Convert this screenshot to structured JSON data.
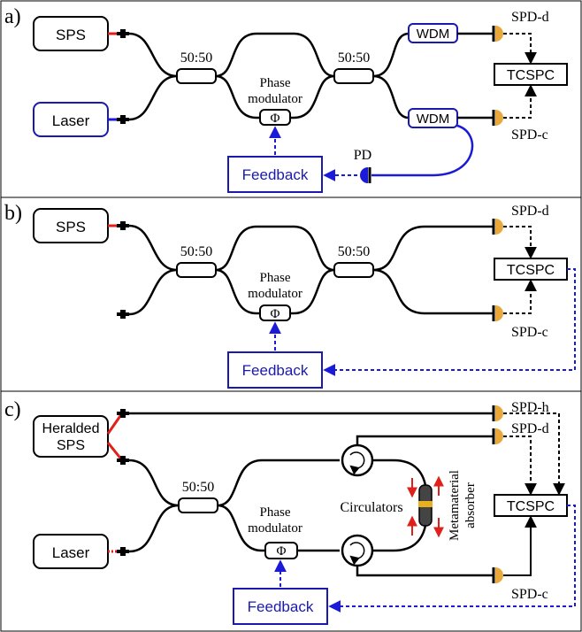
{
  "panels": [
    {
      "label": "a)",
      "sps": "SPS",
      "laser": "Laser",
      "coupler1": "50:50",
      "coupler2": "50:50",
      "phase_modulator_line1": "Phase",
      "phase_modulator_line2": "modulator",
      "phi": "Φ",
      "wdm_top": "WDM",
      "wdm_bottom": "WDM",
      "spd_d": "SPD-d",
      "spd_c": "SPD-c",
      "tcspc": "TCSPC",
      "feedback": "Feedback",
      "pd": "PD"
    },
    {
      "label": "b)",
      "sps": "SPS",
      "coupler1": "50:50",
      "coupler2": "50:50",
      "phase_modulator_line1": "Phase",
      "phase_modulator_line2": "modulator",
      "phi": "Φ",
      "spd_d": "SPD-d",
      "spd_c": "SPD-c",
      "tcspc": "TCSPC",
      "feedback": "Feedback"
    },
    {
      "label": "c)",
      "heralded_line1": "Heralded",
      "heralded_line2": "SPS",
      "laser": "Laser",
      "coupler": "50:50",
      "phase_modulator_line1": "Phase",
      "phase_modulator_line2": "modulator",
      "phi": "Φ",
      "circulators": "Circulators",
      "absorber_line1": "Metamaterial",
      "absorber_line2": "absorber",
      "spd_h": "SPD-h",
      "spd_d": "SPD-d",
      "spd_c": "SPD-c",
      "tcspc": "TCSPC",
      "feedback": "Feedback"
    }
  ],
  "colors": {
    "fiber": "#000000",
    "sps_fiber": "#e0201a",
    "laser_fiber": "#1a1ad8",
    "laser_box": "#1a1ab0",
    "detector": "#e8a83c",
    "photodiode": "#1a1ad8",
    "signal_line": "#1a1ad8"
  }
}
